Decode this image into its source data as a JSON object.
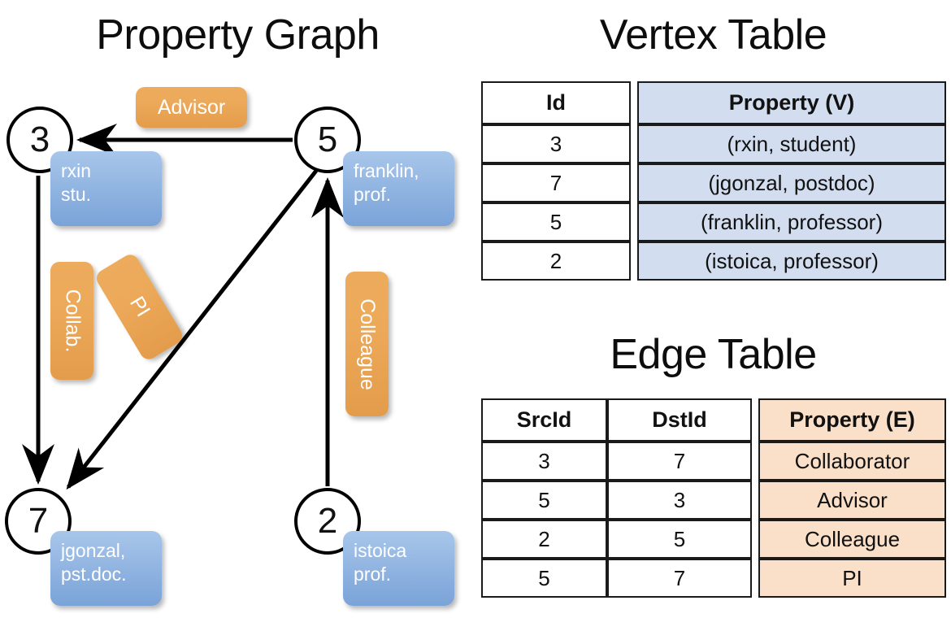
{
  "titles": {
    "property_graph": "Property Graph",
    "vertex_table": "Vertex Table",
    "edge_table": "Edge Table"
  },
  "graph": {
    "nodes": [
      {
        "id": "3",
        "label": "3",
        "property": "rxin\nstu."
      },
      {
        "id": "5",
        "label": "5",
        "property": "franklin,\nprof."
      },
      {
        "id": "7",
        "label": "7",
        "property": "jgonzal,\npst.doc."
      },
      {
        "id": "2",
        "label": "2",
        "property": "istoica\nprof."
      }
    ],
    "edge_labels": {
      "advisor": "Advisor",
      "collab": "Collab.",
      "pi": "PI",
      "colleague": "Colleague"
    },
    "edges": [
      {
        "src": "5",
        "dst": "3",
        "label": "Advisor"
      },
      {
        "src": "3",
        "dst": "7",
        "label": "Collab."
      },
      {
        "src": "5",
        "dst": "7",
        "label": "PI"
      },
      {
        "src": "2",
        "dst": "5",
        "label": "Colleague"
      }
    ]
  },
  "vertex_table": {
    "headers": [
      "Id",
      "Property (V)"
    ],
    "rows": [
      {
        "id": "3",
        "property": "(rxin, student)"
      },
      {
        "id": "7",
        "property": "(jgonzal, postdoc)"
      },
      {
        "id": "5",
        "property": "(franklin, professor)"
      },
      {
        "id": "2",
        "property": "(istoica, professor)"
      }
    ]
  },
  "edge_table": {
    "headers": [
      "SrcId",
      "DstId",
      "Property (E)"
    ],
    "rows": [
      {
        "src": "3",
        "dst": "7",
        "property": "Collaborator"
      },
      {
        "src": "5",
        "dst": "3",
        "property": "Advisor"
      },
      {
        "src": "2",
        "dst": "5",
        "property": "Colleague"
      },
      {
        "src": "5",
        "dst": "7",
        "property": "PI"
      }
    ]
  },
  "colors": {
    "vertex_property_fill": "#d2ddef",
    "edge_property_fill": "#fae0c8",
    "node_callout_blue": "#93b6e2",
    "edge_label_orange": "#eca959",
    "stroke": "#000000"
  }
}
